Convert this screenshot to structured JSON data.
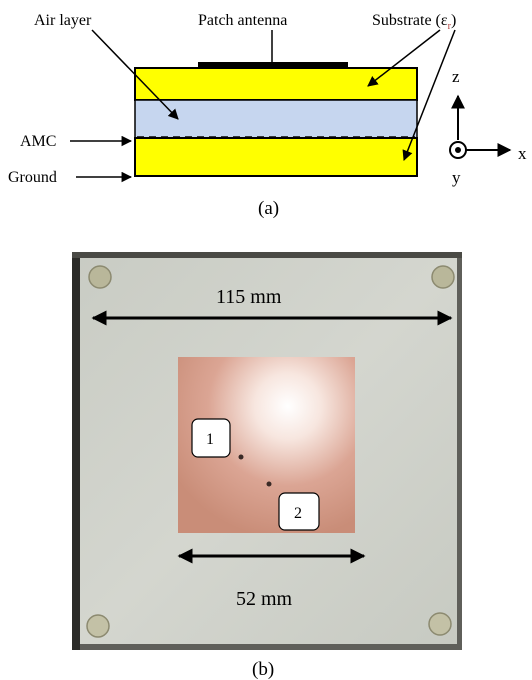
{
  "panel_a": {
    "labels": {
      "air_layer": "Air layer",
      "patch_antenna": "Patch antenna",
      "substrate_prefix": "Substrate (",
      "substrate_eps": "ε",
      "substrate_sub": "r",
      "substrate_suffix": ")",
      "amc": "AMC",
      "ground": "Ground"
    },
    "axes": {
      "z": "z",
      "x": "x",
      "y": "y"
    },
    "caption": "(a)",
    "colors": {
      "substrate": "#ffff00",
      "air_layer": "#c6d6ef",
      "patch": "#000000",
      "outline": "#000000"
    }
  },
  "panel_b": {
    "dim_width": "115 mm",
    "dim_patch": "52 mm",
    "port_1": "1",
    "port_2": "2",
    "caption": "(b)",
    "colors": {
      "board": "#cdd0c8",
      "copper": "#d9a08c",
      "standoff": "#b9b79a"
    }
  }
}
